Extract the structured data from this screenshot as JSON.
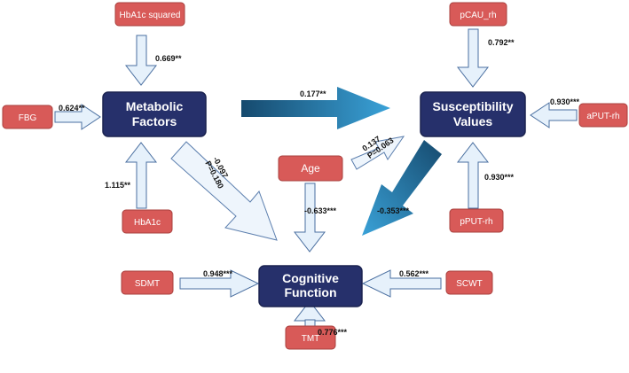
{
  "colors": {
    "latent_fill": "#26306b",
    "latent_stroke": "#1b2350",
    "indicator_fill": "#d85a58",
    "indicator_stroke": "#a8403e",
    "arrow_fill": "#e6f1fb",
    "arrow_stroke": "#4a6fa0",
    "big_arrow_dark": "#164a6e",
    "big_arrow_light": "#3aa2d8"
  },
  "latents": {
    "metabolic": {
      "line1": "Metabolic",
      "line2": "Factors"
    },
    "susceptibility": {
      "line1": "Susceptibility",
      "line2": "Values"
    },
    "cognitive": {
      "line1": "Cognitive",
      "line2": "Function"
    }
  },
  "indicators": {
    "hba1c_squared": "HbA1c squared",
    "fbg": "FBG",
    "hba1c": "HbA1c",
    "pcau_rh": "pCAU_rh",
    "aput_rh": "aPUT-rh",
    "pput_rh": "pPUT-rh",
    "age": "Age",
    "sdmt": "SDMT",
    "scwt": "SCWT",
    "tmt": "TMT"
  },
  "coefficients": {
    "hba1c_squared": "0.669**",
    "fbg": "0.624**",
    "hba1c": "1.115**",
    "metabolic_to_susceptibility": "0.177**",
    "pcau_rh": "0.792**",
    "aput_rh": "0.930***",
    "pput_rh": "0.930***",
    "age_to_susceptibility": "0.137",
    "age_to_susceptibility_p": "P=0.063",
    "metabolic_to_cognitive": "-0.097",
    "metabolic_to_cognitive_p": "P=0.180",
    "age_to_cognitive": "-0.633***",
    "susceptibility_to_cognitive": "-0.353***",
    "sdmt": "0.948***",
    "scwt": "0.562***",
    "tmt": "0.776***"
  }
}
